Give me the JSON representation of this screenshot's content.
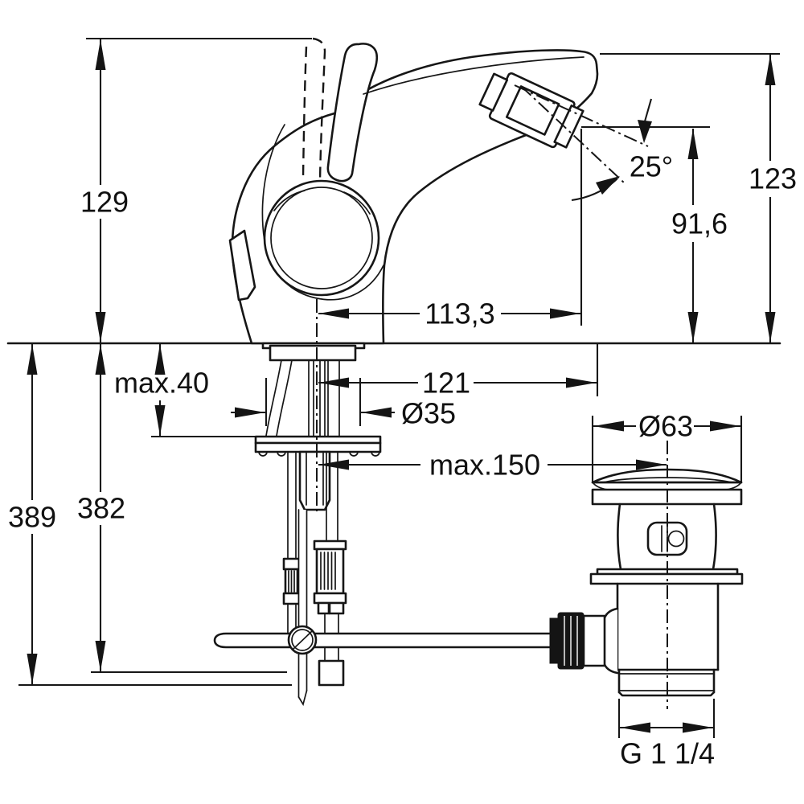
{
  "diagram": {
    "type": "technical-drawing",
    "subject": "Single-lever basin/bidet mixer tap with pop-up waste, side view installation drawing",
    "units": "mm",
    "colors": {
      "line": "#161616",
      "background": "#ffffff"
    },
    "labels": {
      "handle_height": "129",
      "spout_height": "123",
      "outlet_height": "91,6",
      "outlet_angle": "25°",
      "outlet_projection": "113,3",
      "spout_projection": "121",
      "max_deck_thickness": "max.40",
      "tap_hole_diameter": "Ø35",
      "waste_flange_diameter": "Ø63",
      "max_waste_distance": "max.150",
      "overall_depth": "389",
      "rod_depth": "382",
      "waste_thread": "G 1 1/4"
    }
  }
}
